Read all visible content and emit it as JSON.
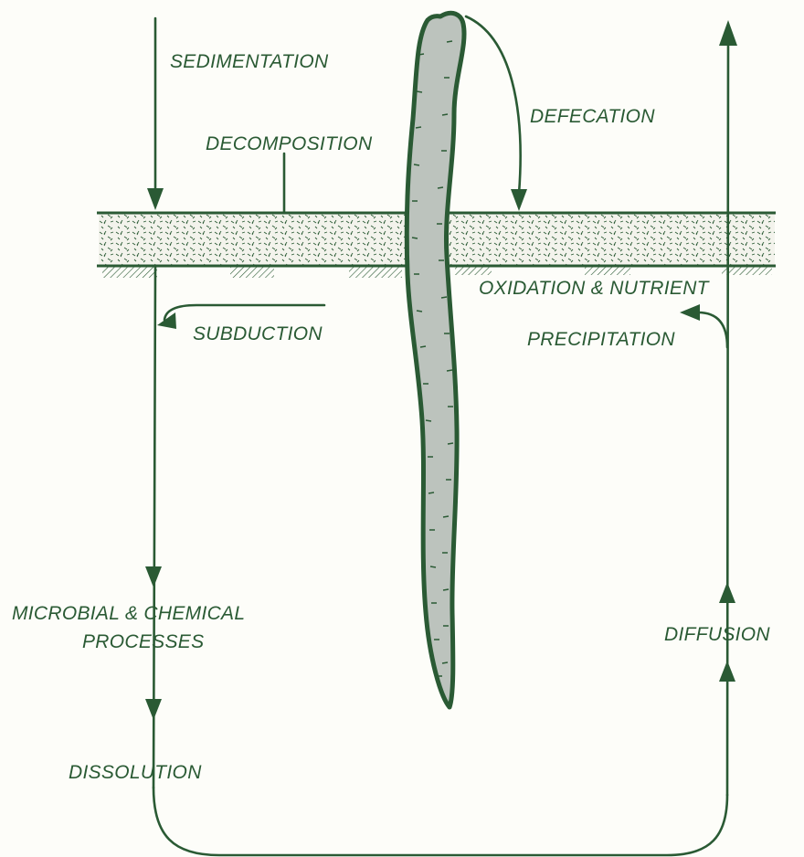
{
  "labels": {
    "sedimentation": "SEDIMENTATION",
    "decomposition": "DECOMPOSITION",
    "defecation": "DEFECATION",
    "oxidation": "OXIDATION & NUTRIENT",
    "precipitation": "PRECIPITATION",
    "subduction": "SUBDUCTION",
    "microbial_line1": "MICROBIAL & CHEMICAL",
    "microbial_line2": "PROCESSES",
    "diffusion": "DIFFUSION",
    "dissolution": "DISSOLUTION"
  },
  "colors": {
    "ink": "#2a5a34",
    "worm_fill": "#bcc3bd",
    "sediment_fill": "#f3f3ec",
    "background": "#fdfdf9"
  }
}
